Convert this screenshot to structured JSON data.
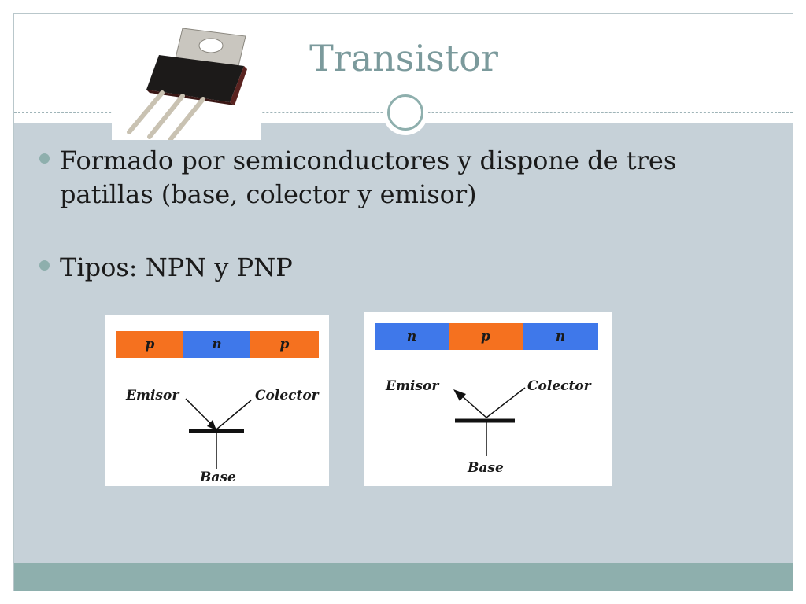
{
  "slide": {
    "title": "Transistor",
    "bullets": [
      "Formado por semiconductores y dispone de tres patillas (base, colector y emisor)",
      "Tipos: NPN y PNP"
    ]
  },
  "diagrams": {
    "npn": {
      "layers": [
        "p",
        "n",
        "p"
      ],
      "emitter_label": "Emisor",
      "collector_label": "Colector",
      "base_label": "Base"
    },
    "pnp": {
      "layers": [
        "n",
        "p",
        "n"
      ],
      "emitter_label": "Emisor",
      "collector_label": "Colector",
      "base_label": "Base"
    }
  },
  "colors": {
    "p_layer": "#f5711f",
    "n_layer": "#3f78ea",
    "accent": "#8eafad",
    "title": "#7b9a9c",
    "content_background": "#c6d1d8"
  },
  "icons": {
    "photo": "transistor-to220-icon",
    "ornament": "circle-ornament-icon",
    "bullet": "bullet-dot-icon"
  }
}
